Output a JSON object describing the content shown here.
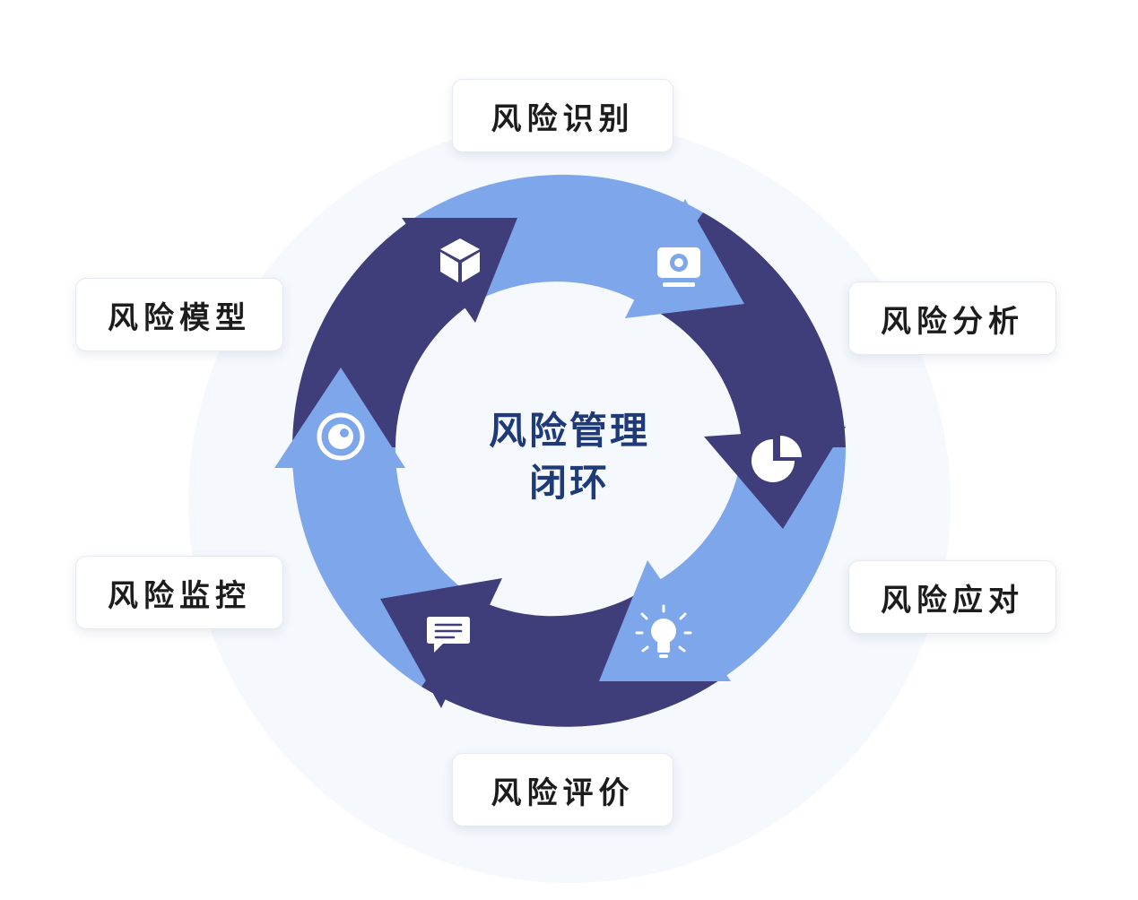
{
  "center": {
    "line1": "风险管理",
    "line2": "闭环"
  },
  "labels": {
    "identify": "风险识别",
    "analyze": "风险分析",
    "respond": "风险应对",
    "evaluate": "风险评价",
    "monitor": "风险监控",
    "model": "风险模型"
  },
  "colors": {
    "dark_arrow": "#3f3d7a",
    "light_arrow": "#7ea6ea",
    "title": "#1f3a78"
  },
  "icons": {
    "top": "cube-icon",
    "upper_right": "monitor-icon",
    "right": "pie-chart-icon",
    "lower_right": "lightbulb-icon",
    "bottom": "chat-icon",
    "left": "eye-icon"
  }
}
